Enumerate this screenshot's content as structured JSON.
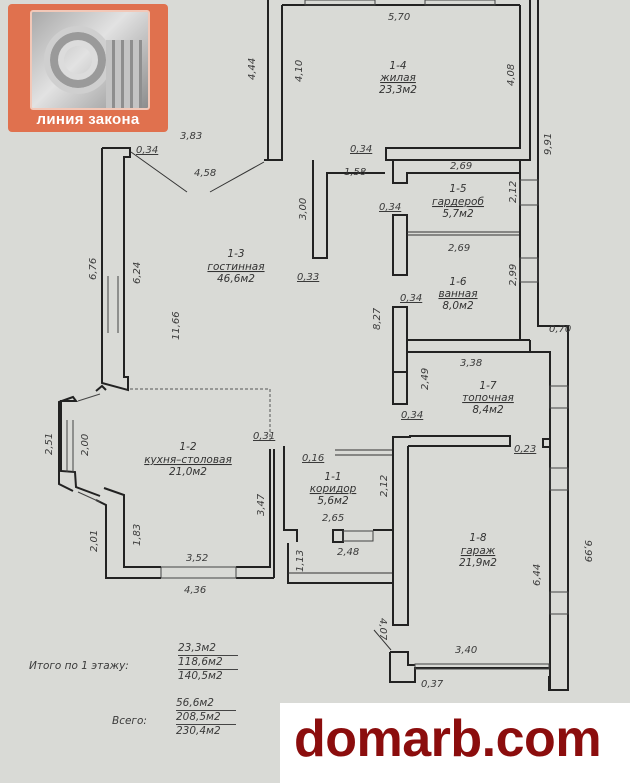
{
  "logo": {
    "text": "линия закона",
    "brand_color": "#e0714e"
  },
  "watermark": {
    "text": "domarb.com",
    "color": "#8b0d0d"
  },
  "rooms": [
    {
      "id": "1-4",
      "name": "жилая",
      "area": "23,3м2"
    },
    {
      "id": "1-5",
      "name": "гардероб",
      "area": "5,7м2"
    },
    {
      "id": "1-6",
      "name": "ванная",
      "area": "8,0м2"
    },
    {
      "id": "1-3",
      "name": "гостинная",
      "area": "46,6м2"
    },
    {
      "id": "1-7",
      "name": "топочная",
      "area": "8,4м2"
    },
    {
      "id": "1-2",
      "name": "кухня–столовая",
      "area": "21,0м2"
    },
    {
      "id": "1-1",
      "name": "коридор",
      "area": "5,6м2"
    },
    {
      "id": "1-8",
      "name": "гараж",
      "area": "21,9м2"
    }
  ],
  "dimensions": {
    "d570": "5,70",
    "d444": "4,44",
    "d410": "4,10",
    "d408": "4,08",
    "d991": "9,91",
    "d383": "3,83",
    "d034a": "0,34",
    "d458": "4,58",
    "d034b": "0,34",
    "d158": "1,58",
    "d269a": "2,69",
    "d212a": "2,12",
    "d034c": "0,34",
    "d300": "3,00",
    "d269b": "2,69",
    "d676": "6,76",
    "d624": "6,24",
    "d033": "0,33",
    "d299": "2,99",
    "d034d": "0,34",
    "d1166": "11,66",
    "d827": "8,27",
    "d070": "0,70",
    "d338": "3,38",
    "d249": "2,49",
    "d034e": "0,34",
    "d251": "2,51",
    "d200": "2,00",
    "d031": "0,31",
    "d016": "0,16",
    "d023": "0,23",
    "d212b": "2,12",
    "d347": "3,47",
    "d265": "2,65",
    "d248": "2,48",
    "d201": "2,01",
    "d183": "1,83",
    "d352": "3,52",
    "d113": "1,13",
    "d436": "4,36",
    "d999": "9,99",
    "d644": "6,44",
    "d407": "4,07",
    "d340": "3,40",
    "d037": "0,37"
  },
  "totals": {
    "floor_label": "Итого по 1 этажу:",
    "floor_values": [
      "23,3м2",
      "118,6м2",
      "140,5м2"
    ],
    "all_label": "Всего:",
    "all_values": [
      "56,6м2",
      "208,5м2",
      "230,4м2"
    ]
  }
}
